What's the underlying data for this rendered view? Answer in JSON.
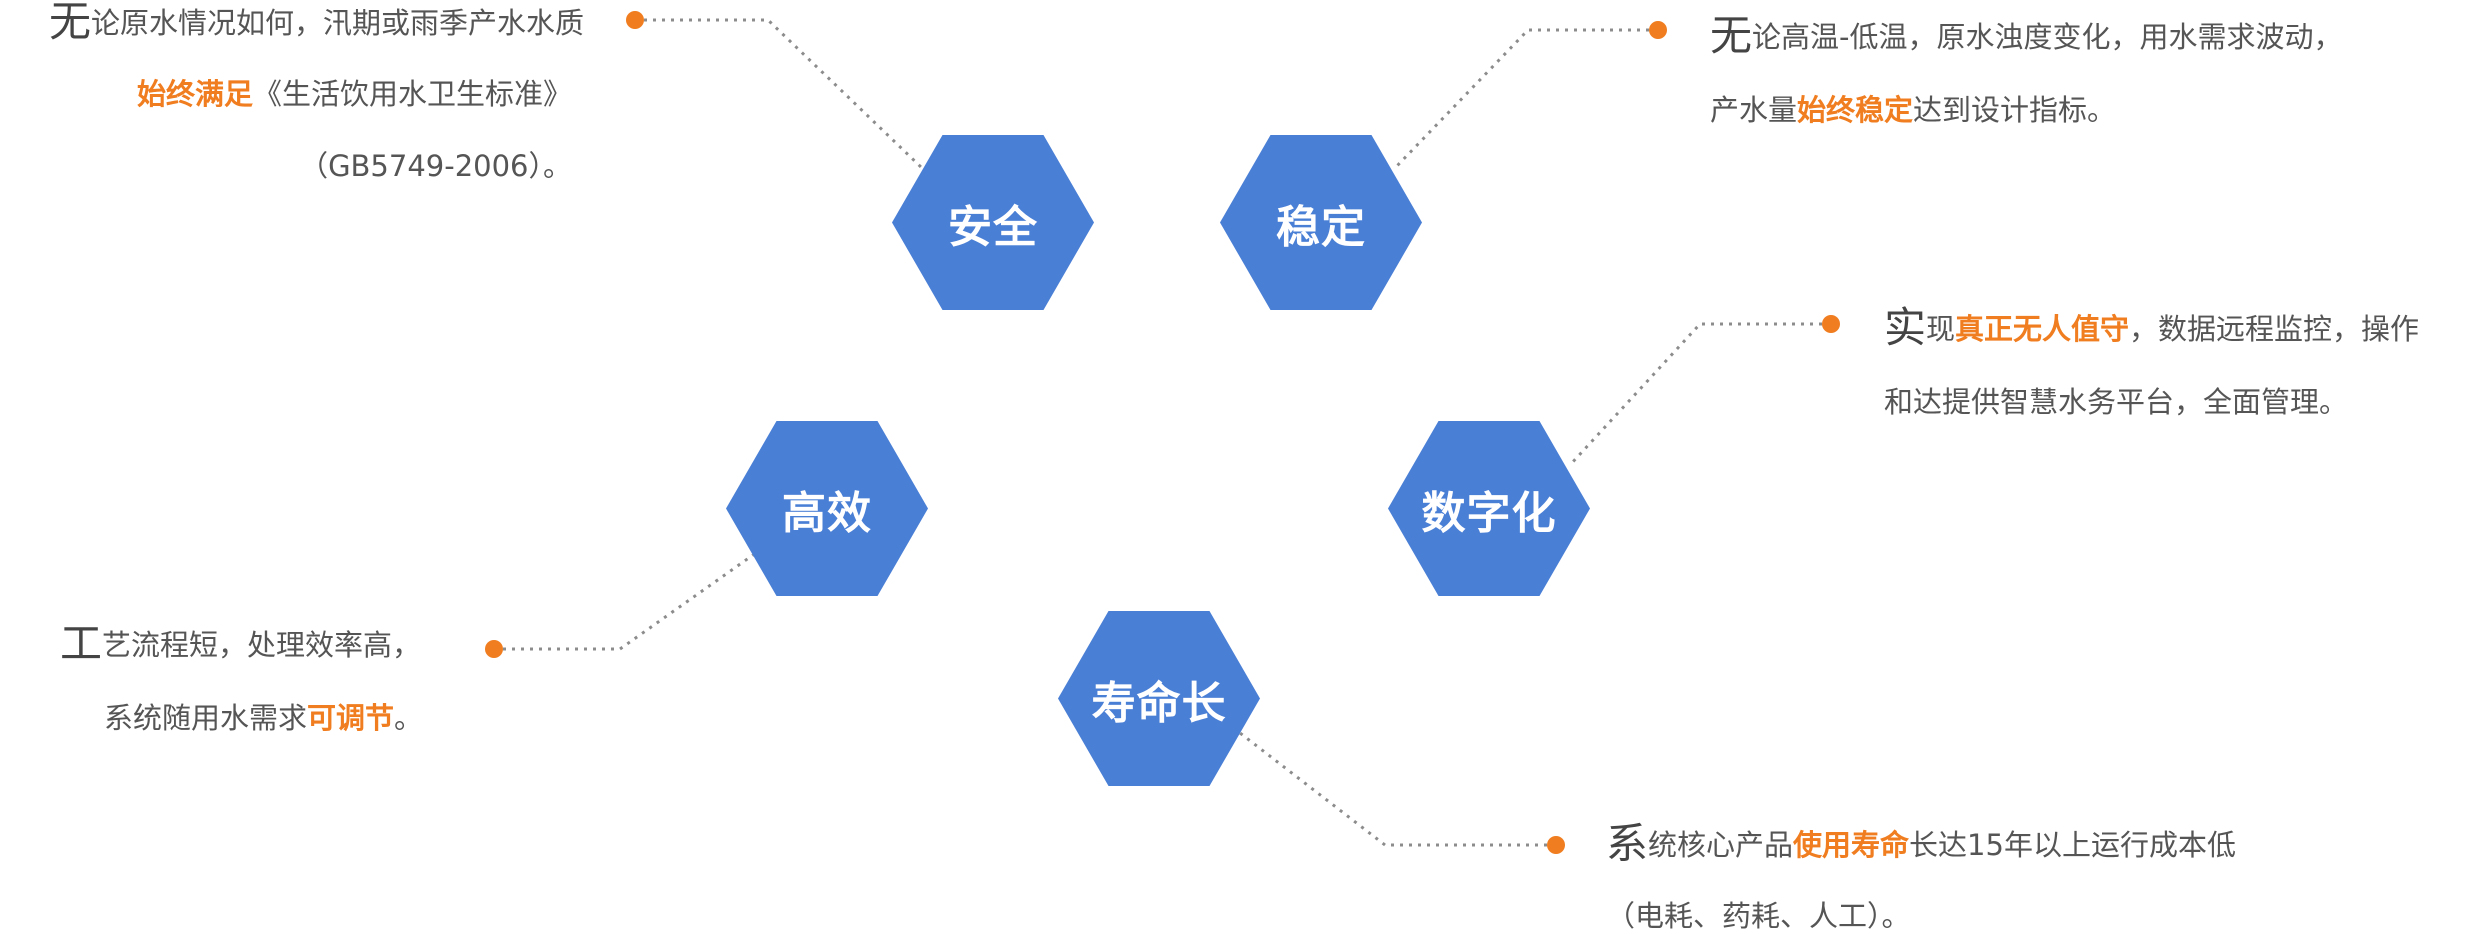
{
  "features": [
    {
      "id": "safe",
      "label": "安全",
      "text": [
        {
          "lead": "无",
          "parts": [
            {
              "t": "论原水情况如何，汛期或雨季产水水质"
            }
          ]
        },
        {
          "parts": [
            {
              "t": "始终满足",
              "hl": true
            },
            {
              "t": "《生活饮用水卫生标准》"
            }
          ]
        },
        {
          "parts": [
            {
              "t": "（GB5749-2006）。"
            }
          ]
        }
      ]
    },
    {
      "id": "stable",
      "label": "稳定",
      "text": [
        {
          "lead": "无",
          "parts": [
            {
              "t": "论高温-低温，原水浊度变化，用水需求波动，"
            }
          ]
        },
        {
          "parts": [
            {
              "t": "产水量"
            },
            {
              "t": "始终稳定",
              "hl": true
            },
            {
              "t": "达到设计指标。"
            }
          ]
        }
      ]
    },
    {
      "id": "digital",
      "label": "数字化",
      "text": [
        {
          "lead": "实",
          "parts": [
            {
              "t": "现"
            },
            {
              "t": "真正无人值守",
              "hl": true
            },
            {
              "t": "，数据远程监控，操作"
            }
          ]
        },
        {
          "parts": [
            {
              "t": "和达提供智慧水务平台，全面管理。"
            }
          ]
        }
      ]
    },
    {
      "id": "efficient",
      "label": "高效",
      "text": [
        {
          "lead": "工",
          "parts": [
            {
              "t": "艺流程短，处理效率高，"
            }
          ]
        },
        {
          "parts": [
            {
              "t": "系统随用水需求"
            },
            {
              "t": "可调节",
              "hl": true
            },
            {
              "t": "。"
            }
          ]
        }
      ]
    },
    {
      "id": "longlife",
      "label": "寿命长",
      "text": [
        {
          "lead": "系",
          "parts": [
            {
              "t": "统核心产品"
            },
            {
              "t": "使用寿命",
              "hl": true
            },
            {
              "t": "长达15年以上运行成本低"
            }
          ]
        },
        {
          "parts": [
            {
              "t": "（电耗、药耗、人工）。"
            }
          ]
        }
      ]
    }
  ],
  "colors": {
    "hexagon": "#4a7fd6",
    "highlight": "#f07d1f",
    "dot": "#f07d1f",
    "connector": "#8c8c8c",
    "text": "#555555"
  }
}
